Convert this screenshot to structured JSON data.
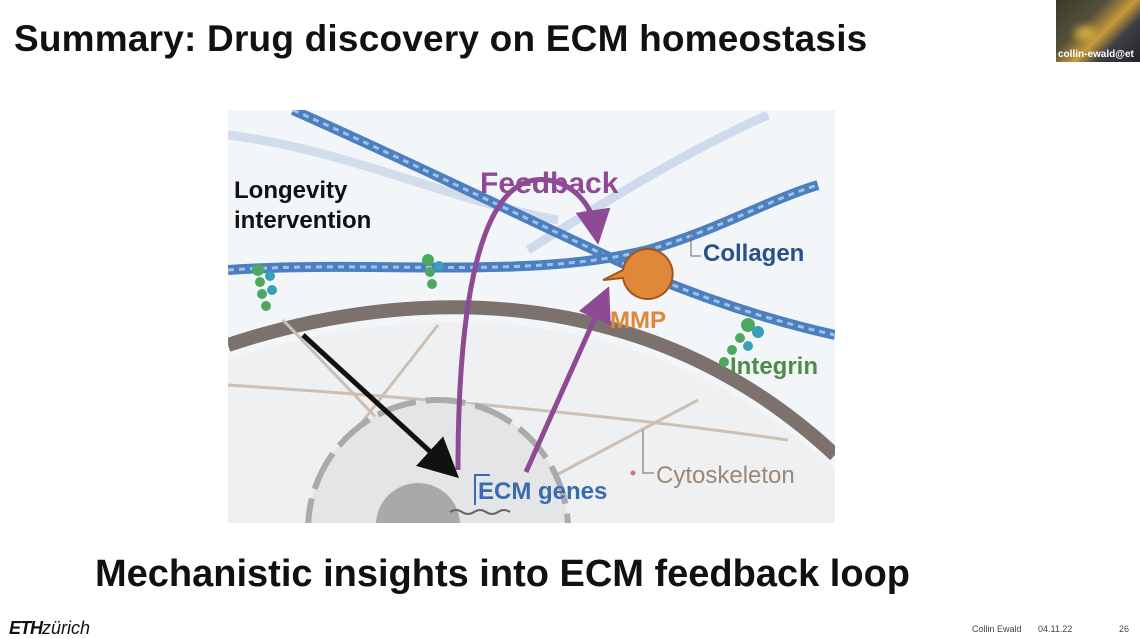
{
  "slide": {
    "title": "Summary: Drug discovery on ECM homeostasis",
    "subtitle": "Mechanistic insights into ECM feedback loop",
    "page_number": "26"
  },
  "video_tile": {
    "participant_label": "collin-ewald@et"
  },
  "figure": {
    "labels": {
      "longevity_line1": "Longevity",
      "longevity_line2": "intervention",
      "feedback": "Feedback",
      "collagen": "Collagen",
      "mmp": "MMP",
      "integrin": "Integrin",
      "cytoskeleton": "Cytoskeleton",
      "ecm_genes": "ECM genes"
    },
    "colors": {
      "feedback": "#8e4a94",
      "collagen": "#2a4f8a",
      "mmp": "#e0883a",
      "integrin": "#4e8a4a",
      "cytoskeleton": "#9a8878",
      "ecm_genes": "#3a6bb0",
      "arrow_black": "#111111",
      "membrane": "#7c716c"
    }
  },
  "footer": {
    "logo_bold": "ETH",
    "logo_light": "zürich",
    "author": "Collin Ewald",
    "date": "04.11.22"
  }
}
